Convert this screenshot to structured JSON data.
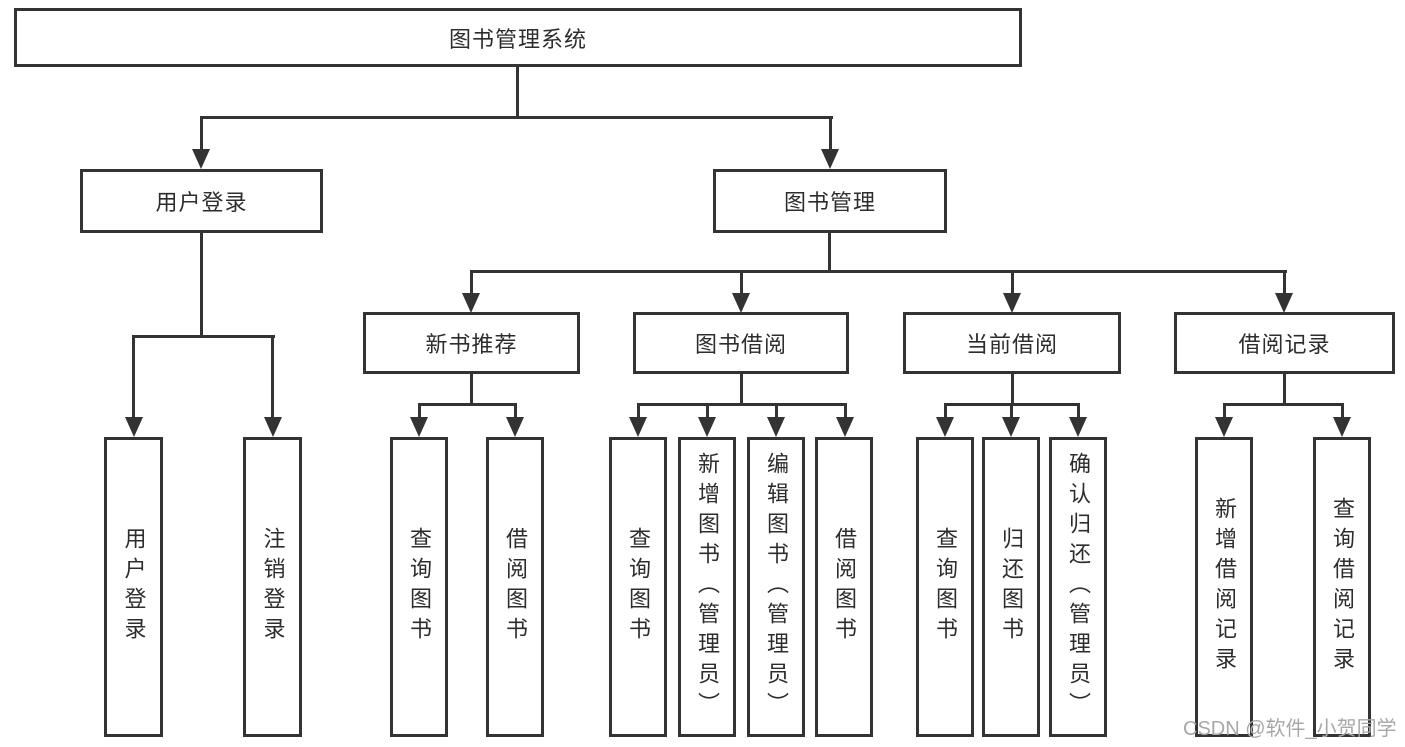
{
  "diagram": {
    "root": {
      "label": "图书管理系统"
    },
    "branches": [
      {
        "label": "用户登录",
        "leaves": [
          "用户登录",
          "注销登录"
        ]
      },
      {
        "label": "图书管理",
        "groups": [
          {
            "label": "新书推荐",
            "leaves": [
              "查询图书",
              "借阅图书"
            ]
          },
          {
            "label": "图书借阅",
            "leaves": [
              "查询图书",
              "新增图书（管理员）",
              "编辑图书（管理员）",
              "借阅图书"
            ]
          },
          {
            "label": "当前借阅",
            "leaves": [
              "查询图书",
              "归还图书",
              "确认归还（管理员）"
            ]
          },
          {
            "label": "借阅记录",
            "leaves": [
              "新增借阅记录",
              "查询借阅记录"
            ]
          }
        ]
      }
    ]
  },
  "watermark": {
    "text": "CSDN @软件_小贺同学"
  },
  "colors": {
    "line": "#333333",
    "text": "#2d2d2d",
    "watermark": "#a8a8a8",
    "background": "#ffffff"
  }
}
